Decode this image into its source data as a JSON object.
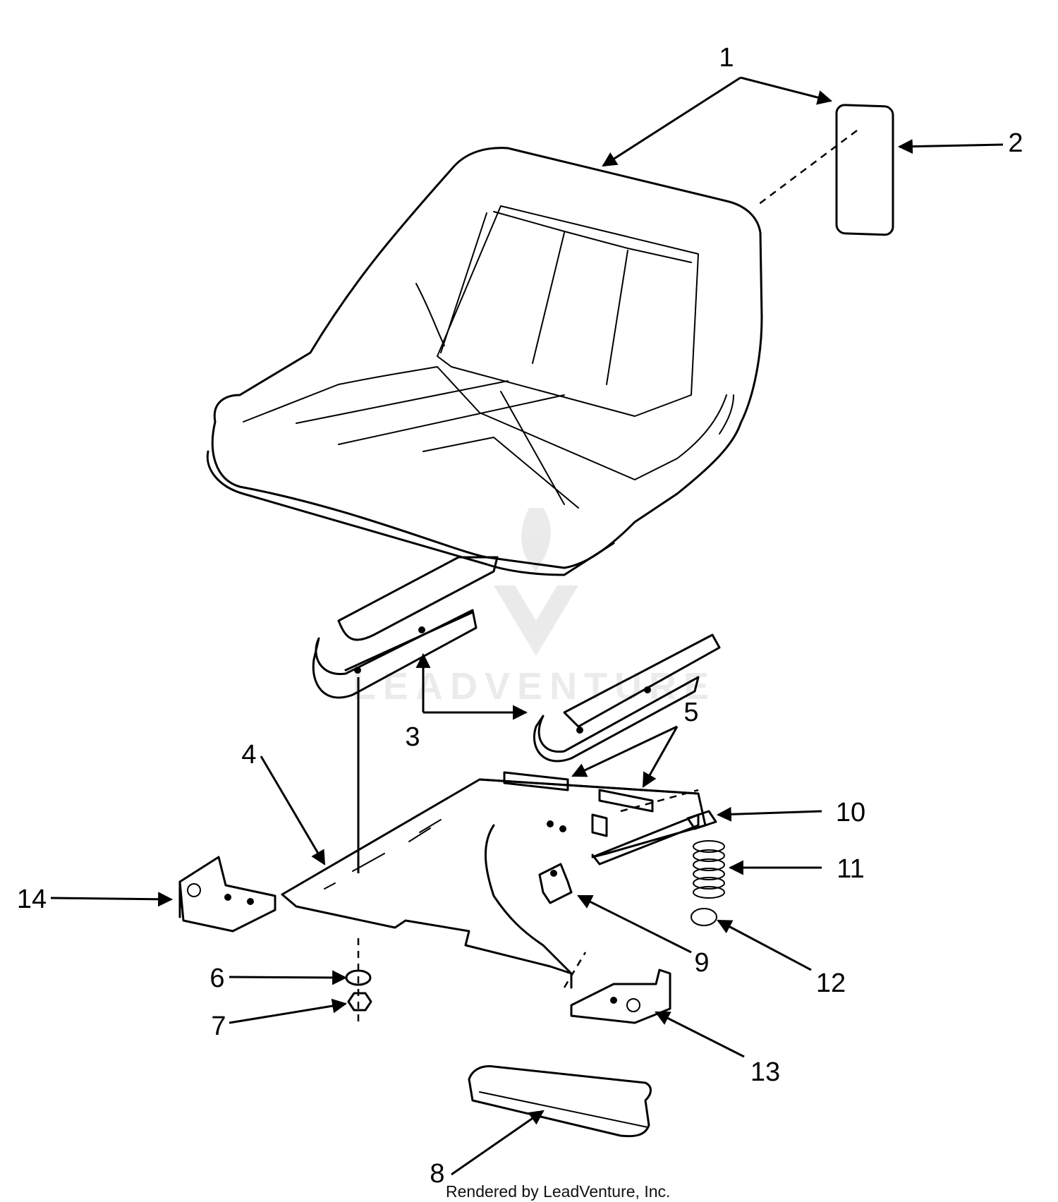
{
  "diagram": {
    "credit": "Rendered by LeadVenture, Inc.",
    "watermark": "LEADVENTURE",
    "callouts": [
      {
        "id": "1",
        "label": "1"
      },
      {
        "id": "2",
        "label": "2"
      },
      {
        "id": "3",
        "label": "3"
      },
      {
        "id": "4",
        "label": "4"
      },
      {
        "id": "5",
        "label": "5"
      },
      {
        "id": "6",
        "label": "6"
      },
      {
        "id": "7",
        "label": "7"
      },
      {
        "id": "8",
        "label": "8"
      },
      {
        "id": "9",
        "label": "9"
      },
      {
        "id": "10",
        "label": "10"
      },
      {
        "id": "11",
        "label": "11"
      },
      {
        "id": "12",
        "label": "12"
      },
      {
        "id": "13",
        "label": "13"
      },
      {
        "id": "14",
        "label": "14"
      }
    ],
    "colors": {
      "ink": "#000000",
      "background": "#ffffff"
    }
  }
}
